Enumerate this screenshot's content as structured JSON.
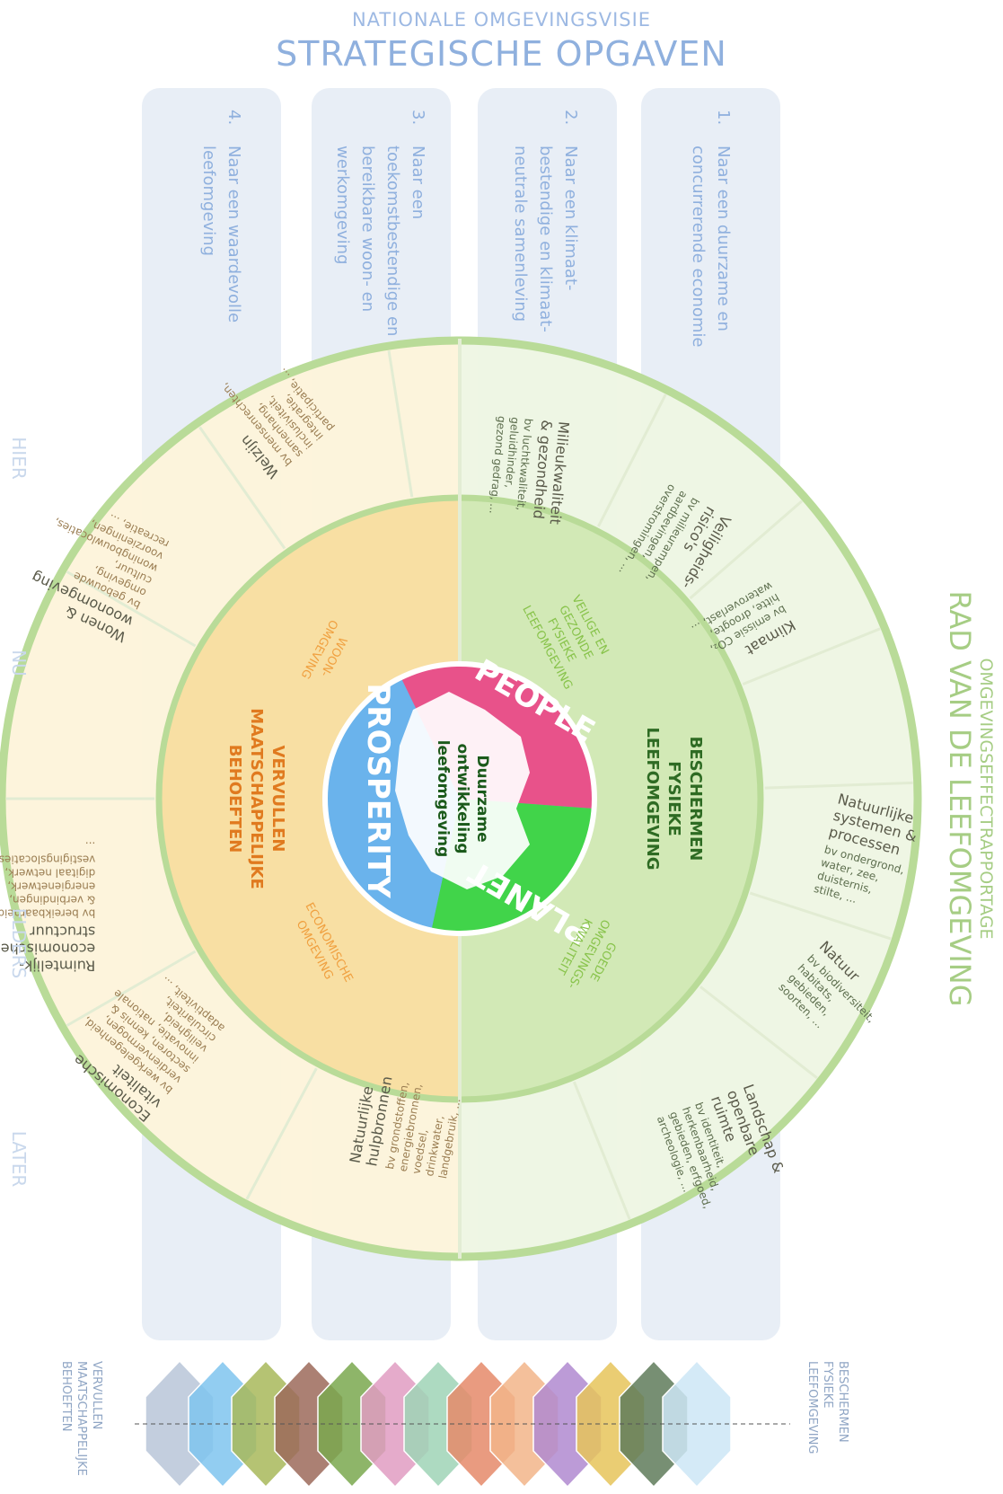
{
  "header": {
    "subtitle": "NATIONALE OMGEVINGSVISIE",
    "title": "STRATEGISCHE OPGAVEN"
  },
  "right_title": {
    "subtitle": "OMGEVINGSEFFECTRAPPORTAGE",
    "title": "RAD VAN DE LEEFOMGEVING"
  },
  "time_labels": [
    "HIER",
    "NU",
    "ELDERS",
    "LATER"
  ],
  "opgaven": [
    {
      "number": "1.",
      "lines": [
        "Naar een duurzame en",
        "concurrerende economie"
      ]
    },
    {
      "number": "2.",
      "lines": [
        "Naar een klimaat-",
        "bestendige en klimaat-",
        "neutrale samenleving"
      ]
    },
    {
      "number": "3.",
      "lines": [
        "Naar een",
        "toekomstbestendige en",
        "bereikbare woon- en",
        "werkomgeving"
      ]
    },
    {
      "number": "4.",
      "lines": [
        "Naar een waardevolle",
        "leefomgeving"
      ]
    }
  ],
  "center": {
    "people": "PEOPLE",
    "planet": "PLANET",
    "prosperity": "PROSPERITY",
    "core_lines": [
      "Duurzame",
      "ontwikkeling",
      "leefomgeving"
    ]
  },
  "middle_ring": {
    "right_main": [
      "BESCHERMEN",
      "FYSIEKE",
      "LEEFOMGEVING"
    ],
    "left_main": [
      "VERVULLEN",
      "MAATSCHAPPELIJKE",
      "BEHOEFTEN"
    ],
    "right_sub_top": [
      "VEILIGE EN",
      "GEZONDE",
      "FYSIEKE",
      "LEEFOMGEVING"
    ],
    "right_sub_bottom": [
      "GOEDE",
      "OMGEVINGS-",
      "KWALITEIT"
    ],
    "left_sub_top": [
      "WOON-",
      "OMGEVING"
    ],
    "left_sub_bottom": [
      "ECONOMISCHE",
      "OMGEVING"
    ]
  },
  "outer_ring": [
    {
      "title": [
        "Milieukwaliteit",
        "& gezondheid"
      ],
      "detail": [
        "bv luchtkwaliteit,",
        "geluidhinder,",
        "gezond gedrag, ..."
      ]
    },
    {
      "title": [
        "Veiligheids-",
        "risico's"
      ],
      "detail": [
        "bv milieurampen,",
        "aardbevingen,",
        "overstromingen, ..."
      ]
    },
    {
      "title": [
        "Klimaat"
      ],
      "detail": [
        "bv emissie CO₂,",
        "hitte, droogte,",
        "wateroverlast, ..."
      ]
    },
    {
      "title": [
        "Natuurlijke",
        "systemen &",
        "processen"
      ],
      "detail": [
        "bv ondergrond,",
        "water, zee,",
        "duisternis,",
        "stilte, ..."
      ]
    },
    {
      "title": [
        "Natuur"
      ],
      "detail": [
        "bv biodiversiteit,",
        "habitats,",
        "gebieden,",
        "soorten, ..."
      ]
    },
    {
      "title": [
        "Landschap &",
        "openbare",
        "ruimte"
      ],
      "detail": [
        "bv identiteit,",
        "herkenbaarheid,",
        "gebieden, erfgoed,",
        "archeologie, ..."
      ]
    },
    {
      "title": [
        "Natuurlijke",
        "hulpbronnen"
      ],
      "detail": [
        "bv grondstoffen,",
        "energiebronnen,",
        "voedsel,",
        "drinkwater,",
        "landgebruik, ..."
      ]
    },
    {
      "title": [
        "Economische",
        "vitaliteit"
      ],
      "detail": [
        "bv werkgelegenheid,",
        "verdienvermogen,",
        "sectoren, kennis &",
        "innovatie, nationale",
        "veiligheid,",
        "circulariteit,",
        "adaptiviteit, ..."
      ]
    },
    {
      "title": [
        "Ruimtelijk-",
        "economische",
        "structuur"
      ],
      "detail": [
        "bv bereikbaarheid",
        "& verbindingen,",
        "energienetwerk,",
        "digitaal netwerk,",
        "vestigingslocaties,",
        "..."
      ]
    },
    {
      "title": [
        "Wonen &",
        "woonomgeving"
      ],
      "detail": [
        "bv gebouwde",
        "omgeving,",
        "cultuur,",
        "woningbouwlocaties,",
        "voorzieningen,",
        "recreatie, ..."
      ]
    },
    {
      "title": [
        "Welzijn"
      ],
      "detail": [
        "bv mensenrechten,",
        "samenhang,",
        "inclusiviteit,",
        "integratie,",
        "participatie, ..."
      ]
    }
  ],
  "bottom": {
    "left_label": [
      "VERVULLEN",
      "MAATSCHAPPELIJKE",
      "BEHOEFTEN"
    ],
    "right_label": [
      "BESCHERMEN",
      "FYSIEKE",
      "LEEFOMGEVING"
    ]
  },
  "colors": {
    "outer_ring_left": "#fdf3da",
    "outer_ring_right": "#eef5e3",
    "ring_border": "#b9db98",
    "middle_left": "#f8dfa3",
    "middle_right": "#d2e9b6",
    "people": "#e8528a",
    "planet": "#41d44a",
    "prosperity": "#6ab3ec",
    "orange_text": "#e07a1f",
    "green_text": "#2e6b23",
    "light_green_text": "#88c34b",
    "blue_text": "#8fb0de",
    "column_bg": "#e8eef6"
  }
}
